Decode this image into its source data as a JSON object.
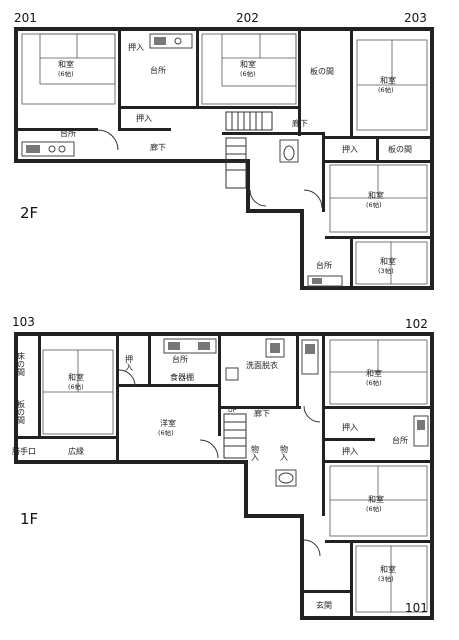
{
  "floors": {
    "upper": "2F",
    "lower": "1F"
  },
  "units": {
    "u201": "201",
    "u202": "202",
    "u203": "203",
    "u103": "103",
    "u102": "102",
    "u101": "101"
  },
  "rooms2f": {
    "washitsu201": "和室",
    "washitsu201_size": "(6帖)",
    "oshiire201": "押入",
    "daidokoro_top": "台所",
    "washitsu202": "和室",
    "washitsu202_size": "(6帖)",
    "itanoma203": "板の間",
    "washitsu203a": "和室",
    "washitsu203a_size": "(6帖)",
    "daidokoro201": "台所",
    "oshiire202": "押入",
    "rouka_r": "廊下",
    "rouka_l": "廊下",
    "oshiire203": "押入",
    "itanoma203b": "板の間",
    "washitsu203b": "和室",
    "washitsu203b_size": "(6帖)",
    "daidokoro203": "台所",
    "washitsu203c": "和室",
    "washitsu203c_size": "(3帖)"
  },
  "rooms1f": {
    "tokonoma": "床の間",
    "itanoma103": "板の間",
    "washitsu103": "和室",
    "washitsu103_size": "(6帖)",
    "oshiire103": "押入",
    "daidokoro103": "台所",
    "shokkidana": "食器棚",
    "senmenjo": "洗面脱衣",
    "washitsu102": "和室",
    "washitsu102_size": "(6帖)",
    "katteguchi": "勝手口",
    "hiroen": "広縁",
    "youshitsu": "洋室",
    "youshitsu_size": "(6帖)",
    "up": "UP",
    "rouka": "廊下",
    "monoire1": "物入",
    "monoire2": "物入",
    "oshiire102a": "押入",
    "oshiire102b": "押入",
    "daidokoro102": "台所",
    "washitsu101": "和室",
    "washitsu101_size": "(6帖)",
    "washitsu101b": "和室",
    "washitsu101b_size": "(3帖)",
    "genkan": "玄関"
  }
}
